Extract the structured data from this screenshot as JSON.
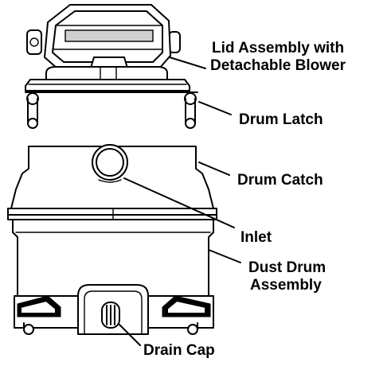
{
  "labels": {
    "lid_assembly": [
      "Lid Assembly with",
      "Detachable Blower"
    ],
    "drum_latch": "Drum Latch",
    "drum_catch": "Drum Catch",
    "inlet": "Inlet",
    "dust_drum_assembly": [
      "Dust Drum",
      "Assembly"
    ],
    "drain_cap": "Drain Cap"
  },
  "colors": {
    "line": "#000000",
    "background": "#ffffff"
  }
}
